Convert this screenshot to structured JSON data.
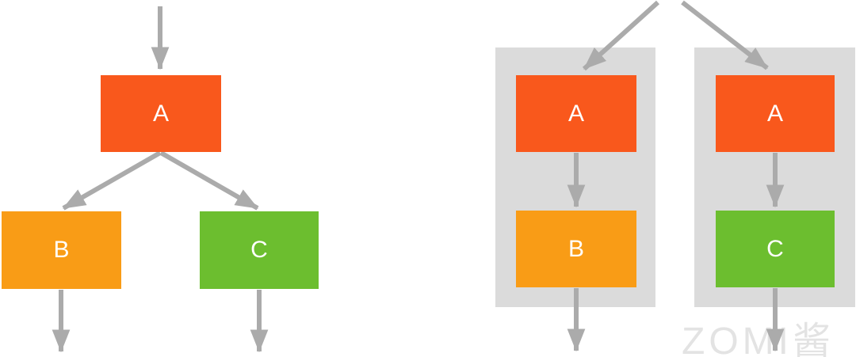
{
  "palette": {
    "node-a": "#F9581C",
    "node-b": "#F99C16",
    "node-c": "#6CBE2F",
    "panel": "#DBDBDB",
    "arrow": "#ABABAB",
    "node-text": "#FFFFFF",
    "watermark": "#E3E3E3"
  },
  "diagram": {
    "watermark": "ZOMI酱",
    "left_tree": {
      "root": {
        "label": "A"
      },
      "children": [
        {
          "label": "B"
        },
        {
          "label": "C"
        }
      ]
    },
    "right_panels": [
      {
        "nodes": [
          {
            "label": "A"
          },
          {
            "label": "B"
          }
        ]
      },
      {
        "nodes": [
          {
            "label": "A"
          },
          {
            "label": "C"
          }
        ]
      }
    ]
  }
}
